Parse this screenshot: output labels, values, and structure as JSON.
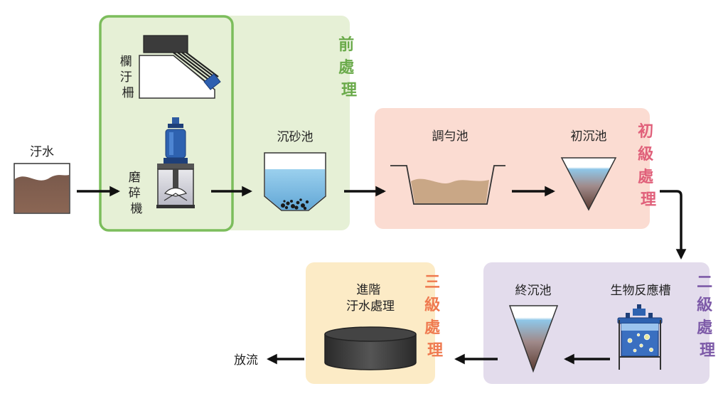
{
  "stages": {
    "pre": {
      "title": [
        "前",
        "處",
        "理"
      ],
      "color": "#6aaa4a",
      "bg": "#e6f0d6",
      "border": "#7cbd5c"
    },
    "primary": {
      "title": [
        "初",
        "級",
        "處",
        "理"
      ],
      "color": "#e0607a",
      "bg": "#fbdcd2"
    },
    "secondary": {
      "title": [
        "二",
        "級",
        "處",
        "理"
      ],
      "color": "#7d5aa8",
      "bg": "#e3dcec"
    },
    "tertiary": {
      "title": [
        "三",
        "級",
        "處",
        "理"
      ],
      "color": "#ef7a50",
      "bg": "#fcebc6"
    }
  },
  "units": {
    "wastewater": [
      "汙水"
    ],
    "screen": [
      "欄",
      "汙",
      "柵"
    ],
    "grinder": [
      "磨",
      "碎",
      "機"
    ],
    "grit": [
      "沉砂池"
    ],
    "equalization": [
      "調勻池"
    ],
    "primary_clarifier": [
      "初沉池"
    ],
    "bioreactor": [
      "生物反應槽"
    ],
    "final_clarifier": [
      "終沉池"
    ],
    "advanced": [
      "進階",
      "汙水處理"
    ],
    "discharge": [
      "放流"
    ]
  }
}
